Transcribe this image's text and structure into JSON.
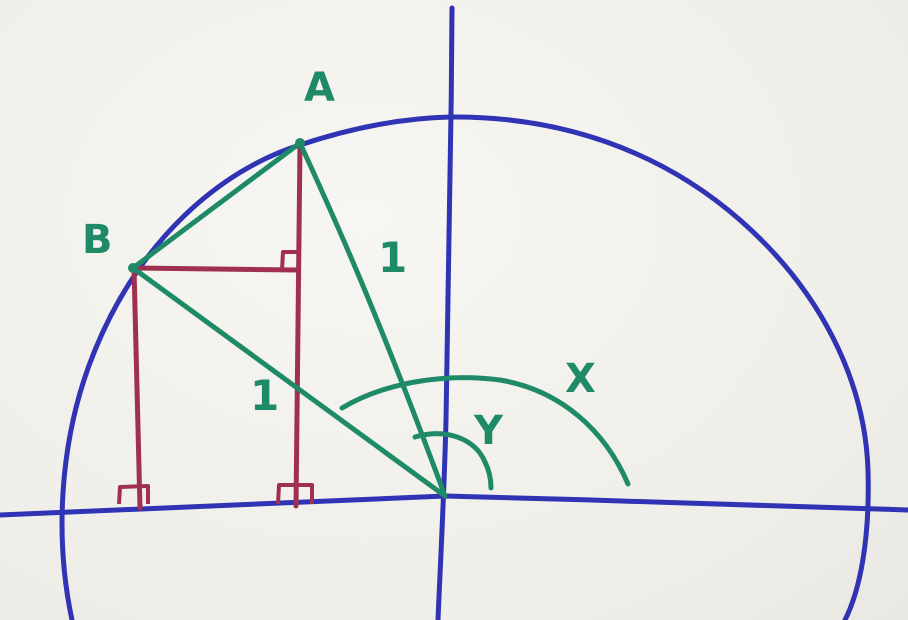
{
  "diagram": {
    "points": {
      "a_label": "A",
      "b_label": "B"
    },
    "segment_labels": {
      "oa_length": "1",
      "ob_length": "1"
    },
    "angle_labels": {
      "x": "X",
      "y": "Y"
    },
    "colors": {
      "axes_circle": "#2f33b4",
      "triangle": "#1f8a68",
      "projections": "#a0304f"
    }
  }
}
